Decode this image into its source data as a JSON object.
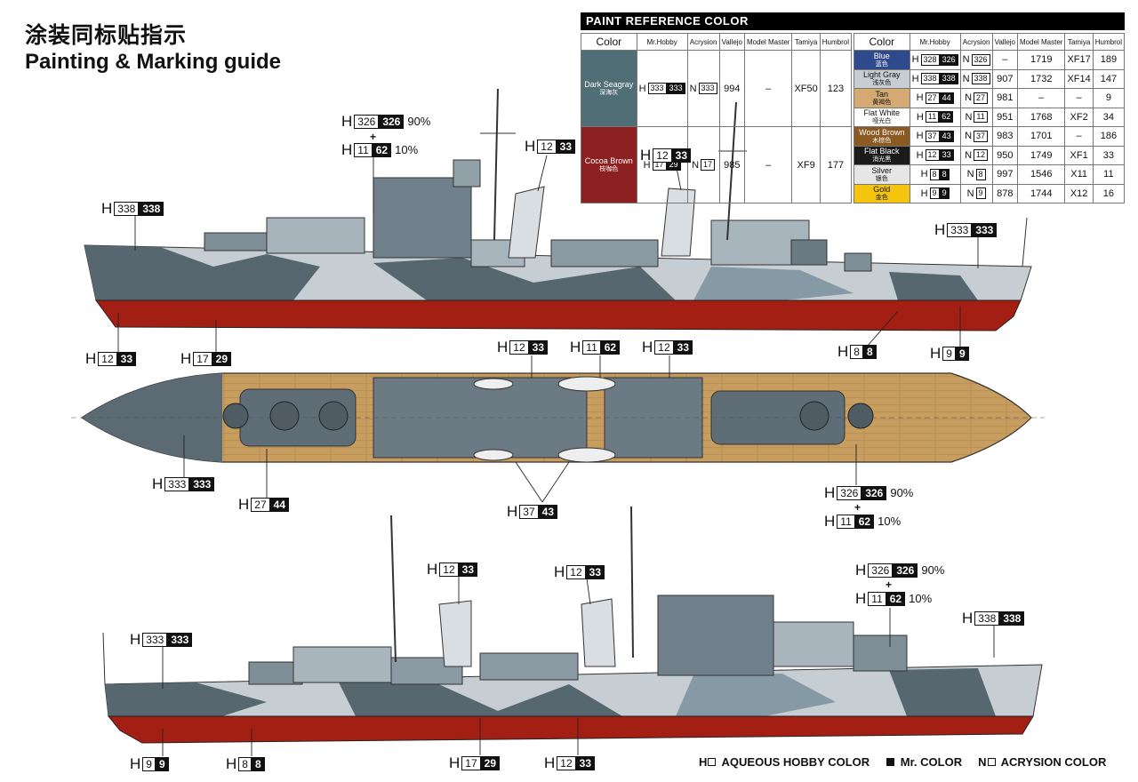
{
  "title_cn": "涂装同标贴指示",
  "title_en": "Painting & Marking guide",
  "paint_reference": {
    "title": "PAINT  REFERENCE COLOR",
    "headers": [
      "Color",
      "Mr.Hobby",
      "Acrysion",
      "Vallejo",
      "Model Master",
      "Tamiya",
      "Humbrol"
    ],
    "left": [
      {
        "name": "Dark Seagray",
        "cn": "深海灰",
        "color": "#4f6e76",
        "text": "#ffffff",
        "h1": "333",
        "h2": "333",
        "n": "333",
        "vallejo": "994",
        "mm": "–",
        "tamiya": "XF50",
        "humbrol": "123"
      },
      {
        "name": "Cocoa Brown",
        "cn": "枝咖色",
        "color": "#8c1f1f",
        "text": "#ffffff",
        "h1": "17",
        "h2": "29",
        "n": "17",
        "vallejo": "985",
        "mm": "–",
        "tamiya": "XF9",
        "humbrol": "177"
      }
    ],
    "right": [
      {
        "name": "Blue",
        "cn": "蓝色",
        "color": "#2f4a8c",
        "text": "#ffffff",
        "h1": "328",
        "h2": "326",
        "n": "326",
        "vallejo": "–",
        "mm": "1719",
        "tamiya": "XF17",
        "humbrol": "189"
      },
      {
        "name": "Light Gray",
        "cn": "浅灰色",
        "color": "#c8cdd2",
        "text": "#111111",
        "h1": "338",
        "h2": "338",
        "n": "338",
        "vallejo": "907",
        "mm": "1732",
        "tamiya": "XF14",
        "humbrol": "147"
      },
      {
        "name": "Tan",
        "cn": "黄褐色",
        "color": "#d4aa72",
        "text": "#111111",
        "h1": "27",
        "h2": "44",
        "n": "27",
        "vallejo": "981",
        "mm": "–",
        "tamiya": "–",
        "humbrol": "9"
      },
      {
        "name": "Flat White",
        "cn": "哑光白",
        "color": "#ffffff",
        "text": "#111111",
        "h1": "11",
        "h2": "62",
        "n": "11",
        "vallejo": "951",
        "mm": "1768",
        "tamiya": "XF2",
        "humbrol": "34"
      },
      {
        "name": "Wood Brown",
        "cn": "木棕色",
        "color": "#8a5a22",
        "text": "#ffffff",
        "h1": "37",
        "h2": "43",
        "n": "37",
        "vallejo": "983",
        "mm": "1701",
        "tamiya": "–",
        "humbrol": "186"
      },
      {
        "name": "Flat Black",
        "cn": "消光黑",
        "color": "#1a1a1a",
        "text": "#ffffff",
        "h1": "12",
        "h2": "33",
        "n": "12",
        "vallejo": "950",
        "mm": "1749",
        "tamiya": "XF1",
        "humbrol": "33"
      },
      {
        "name": "Silver",
        "cn": "银色",
        "color": "#e6e6e6",
        "text": "#111111",
        "h1": "8",
        "h2": "8",
        "n": "8",
        "vallejo": "997",
        "mm": "1546",
        "tamiya": "X11",
        "humbrol": "11"
      },
      {
        "name": "Gold",
        "cn": "金色",
        "color": "#f4c40f",
        "text": "#111111",
        "h1": "9",
        "h2": "9",
        "n": "9",
        "vallejo": "878",
        "mm": "1744",
        "tamiya": "X12",
        "humbrol": "16"
      }
    ]
  },
  "colors": {
    "hull_red": "#a31f14",
    "dark_gray": "#5b6a73",
    "light_gray": "#c9d0d5",
    "mid_gray": "#8d9aa2",
    "deck_wood": "#c39a5e",
    "black": "#111111"
  },
  "callouts": [
    {
      "id": "c01",
      "prefix": "H",
      "a": "326",
      "b": "326",
      "pct": "90%"
    },
    {
      "id": "c02",
      "prefix": "H",
      "a": "11",
      "b": "62",
      "pct": "10%"
    },
    {
      "id": "c03",
      "prefix": "H",
      "a": "12",
      "b": "33",
      "pct": ""
    },
    {
      "id": "c04",
      "prefix": "H",
      "a": "12",
      "b": "33",
      "pct": ""
    },
    {
      "id": "c05",
      "prefix": "H",
      "a": "338",
      "b": "338",
      "pct": ""
    },
    {
      "id": "c06",
      "prefix": "H",
      "a": "333",
      "b": "333",
      "pct": ""
    },
    {
      "id": "c07",
      "prefix": "H",
      "a": "12",
      "b": "33",
      "pct": ""
    },
    {
      "id": "c08",
      "prefix": "H",
      "a": "17",
      "b": "29",
      "pct": ""
    },
    {
      "id": "c09",
      "prefix": "H",
      "a": "8",
      "b": "8",
      "pct": ""
    },
    {
      "id": "c10",
      "prefix": "H",
      "a": "9",
      "b": "9",
      "pct": ""
    },
    {
      "id": "c11",
      "prefix": "H",
      "a": "12",
      "b": "33",
      "pct": ""
    },
    {
      "id": "c12",
      "prefix": "H",
      "a": "11",
      "b": "62",
      "pct": ""
    },
    {
      "id": "c13",
      "prefix": "H",
      "a": "12",
      "b": "33",
      "pct": ""
    },
    {
      "id": "c14",
      "prefix": "H",
      "a": "333",
      "b": "333",
      "pct": ""
    },
    {
      "id": "c15",
      "prefix": "H",
      "a": "27",
      "b": "44",
      "pct": ""
    },
    {
      "id": "c16",
      "prefix": "H",
      "a": "37",
      "b": "43",
      "pct": ""
    },
    {
      "id": "c17",
      "prefix": "H",
      "a": "326",
      "b": "326",
      "pct": "90%"
    },
    {
      "id": "c18",
      "prefix": "H",
      "a": "11",
      "b": "62",
      "pct": "10%"
    },
    {
      "id": "c19",
      "prefix": "H",
      "a": "12",
      "b": "33",
      "pct": ""
    },
    {
      "id": "c20",
      "prefix": "H",
      "a": "12",
      "b": "33",
      "pct": ""
    },
    {
      "id": "c21",
      "prefix": "H",
      "a": "326",
      "b": "326",
      "pct": "90%"
    },
    {
      "id": "c22",
      "prefix": "H",
      "a": "11",
      "b": "62",
      "pct": "10%"
    },
    {
      "id": "c23",
      "prefix": "H",
      "a": "333",
      "b": "333",
      "pct": ""
    },
    {
      "id": "c24",
      "prefix": "H",
      "a": "338",
      "b": "338",
      "pct": ""
    },
    {
      "id": "c25",
      "prefix": "H",
      "a": "9",
      "b": "9",
      "pct": ""
    },
    {
      "id": "c26",
      "prefix": "H",
      "a": "8",
      "b": "8",
      "pct": ""
    },
    {
      "id": "c27",
      "prefix": "H",
      "a": "17",
      "b": "29",
      "pct": ""
    },
    {
      "id": "c28",
      "prefix": "H",
      "a": "12",
      "b": "33",
      "pct": ""
    }
  ],
  "plus_sign": "+",
  "legend": {
    "aqueous": {
      "prefix": "H",
      "label": "AQUEOUS HOBBY COLOR"
    },
    "mr": {
      "label": "Mr. COLOR"
    },
    "acrysion": {
      "prefix": "N",
      "label": "ACRYSION COLOR"
    }
  }
}
